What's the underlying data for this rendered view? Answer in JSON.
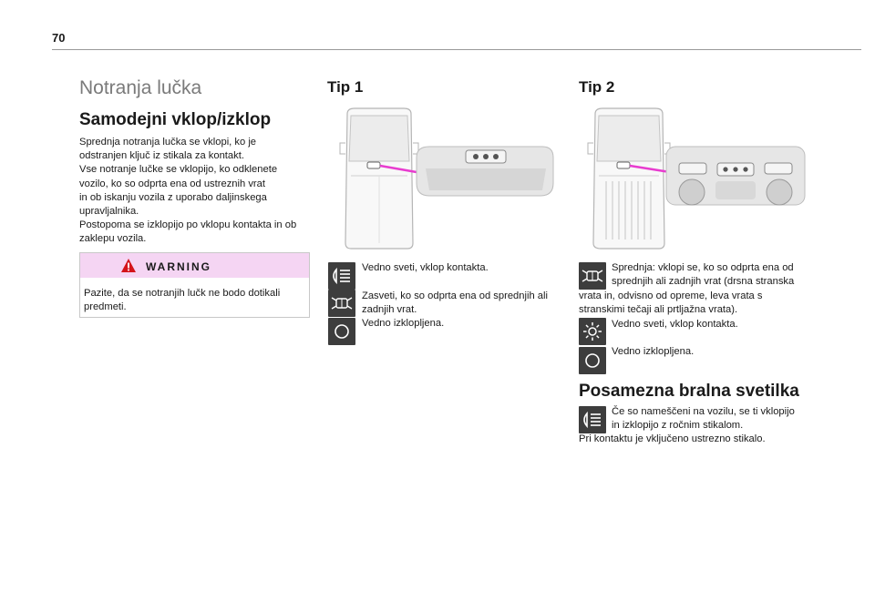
{
  "page": {
    "number": "70"
  },
  "left": {
    "section_title": "Notranja lučka",
    "auto_heading": "Samodejni vklop/izklop",
    "auto_lines": [
      "Sprednja notranja lučka se vklopi, ko je",
      "odstranjen ključ iz stikala za kontakt.",
      "Vse notranje lučke se vklopijo, ko odklenete",
      "vozilo, ko so odprta ena od ustreznih vrat",
      "in ob iskanju vozila z uporabo daljinskega",
      "upravljalnika.",
      "Postopoma se izklopijo po vklopu kontakta in ob",
      "zaklepu vozila."
    ],
    "warning": {
      "title": "WARNING",
      "lines": [
        "Pazite, da se notranjih lučk ne bodo dotikali",
        "predmeti."
      ]
    }
  },
  "tip1": {
    "title": "Tip 1",
    "items": [
      {
        "icon": "headlamp-icon",
        "lines": [
          "Vedno sveti, vklop kontakta."
        ]
      },
      {
        "icon": "car-doors-icon",
        "lines": [
          "Zasveti, ko so odprta ena od sprednjih ali",
          "zadnjih vrat."
        ]
      },
      {
        "icon": "off-circle-icon",
        "lines": [
          "Vedno izklopljena."
        ]
      }
    ]
  },
  "tip2": {
    "title": "Tip 2",
    "items": [
      {
        "icon": "car-doors-icon",
        "lines": [
          "Sprednja: vklopi se, ko so odprta ena od",
          "sprednjih ali zadnjih vrat (drsna stranska",
          "vrata in, odvisno od opreme, leva vrata s",
          "stranskimi tečaji ali prtljažna vrata)."
        ]
      },
      {
        "icon": "sun-icon",
        "lines": [
          "Vedno sveti, vklop kontakta."
        ]
      },
      {
        "icon": "off-circle-icon",
        "lines": [
          "Vedno izklopljena."
        ]
      }
    ]
  },
  "reading_lamp": {
    "title": "Posamezna bralna svetilka",
    "lines": [
      "Če so nameščeni na vozilu, se ti vklopijo",
      "in izklopijo z ročnim stikalom.",
      "Pri kontaktu je vključeno ustrezno stikalo."
    ]
  },
  "colors": {
    "accent": "#e83ccf",
    "warning_bg": "#f5d5f3",
    "icon_bg": "#3d3d3d"
  }
}
